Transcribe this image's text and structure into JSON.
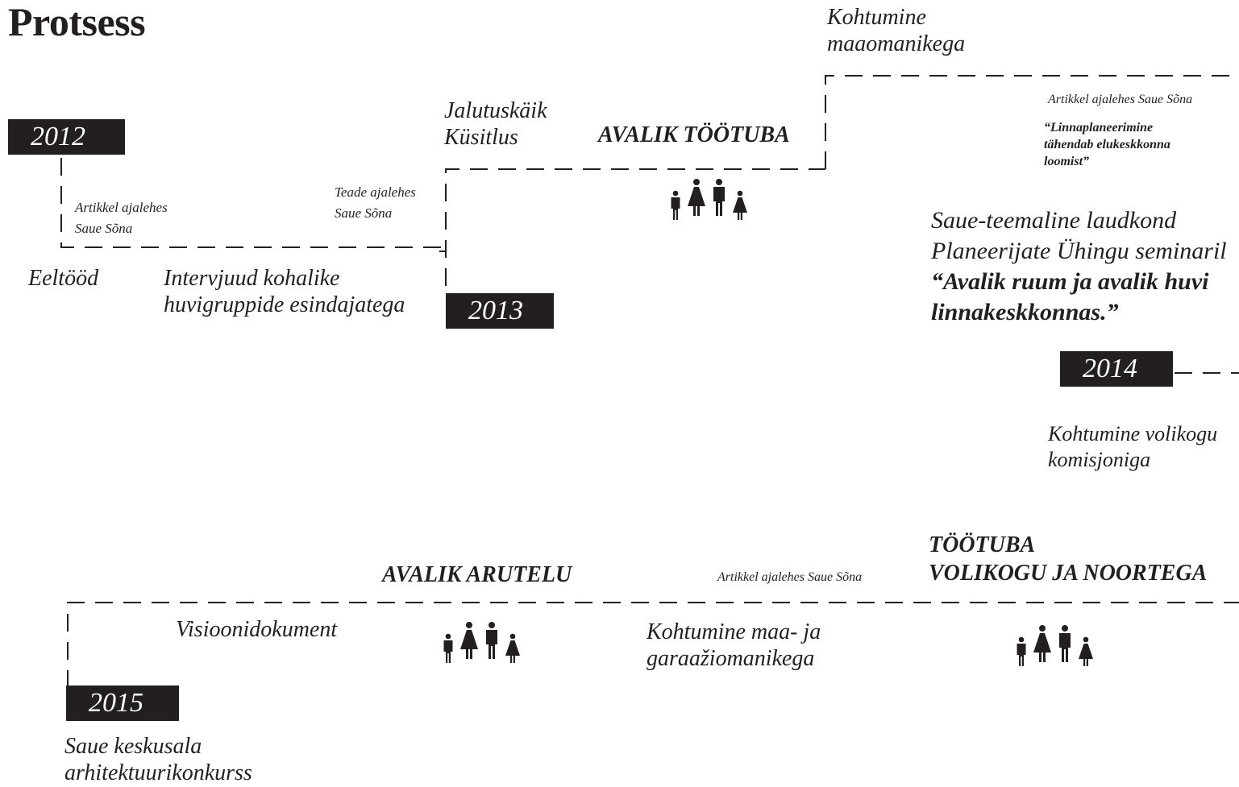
{
  "title": "Protsess",
  "years": {
    "y2012": "2012",
    "y2013": "2013",
    "y2014": "2014",
    "y2015": "2015"
  },
  "row1": {
    "eeltood": "Eeltööd",
    "artikkel_line1": "Artikkel ajalehes",
    "artikkel_line2": "Saue Sõna",
    "intervjuud_line1": "Intervjuud kohalike",
    "intervjuud_line2": "huvigruppide esindajatega",
    "teade_line1": "Teade ajalehes",
    "teade_line2": "Saue Sõna",
    "jalutuskaik": "Jalutuskäik",
    "kusitlus": "Küsitlus",
    "avalik_tootuba": "AVALIK TÖÖTUBA",
    "kohtumine_maa_line1": "Kohtumine",
    "kohtumine_maa_line2": "maaomanikega",
    "artikkel_saue": "Artikkel ajalehes Saue Sõna",
    "quote_line1": "“Linnaplaneerimine",
    "quote_line2": "tähendab elukeskkonna",
    "quote_line3": "loomist”",
    "laudkond_line1": "Saue-teemaline laudkond",
    "laudkond_line2": "Planeerijate Ühingu seminaril",
    "laudkond_line3": "“Avalik ruum ja avalik huvi",
    "laudkond_line4": "linnakeskkonnas.”",
    "volikogu_line1": "Kohtumine volikogu",
    "volikogu_line2": "komisjoniga"
  },
  "row2": {
    "avalik_arutelu": "AVALIK ARUTELU",
    "artikkel_saue": "Artikkel ajalehes Saue Sõna",
    "tootuba_line1": "TÖÖTUBA",
    "tootuba_line2": "VOLIKOGU JA NOORTEGA",
    "visioonidokument": "Visioonidokument",
    "kohtumine_line1": "Kohtumine maa- ja",
    "kohtumine_line2": "garaažiomanikega",
    "konkurss_line1": "Saue keskusala",
    "konkurss_line2": "arhitektuurikonkurss"
  },
  "icons": [
    "people-group-icon",
    "people-group-icon",
    "people-group-icon"
  ],
  "colors": {
    "ink": "#231f20",
    "background": "#ffffff"
  }
}
